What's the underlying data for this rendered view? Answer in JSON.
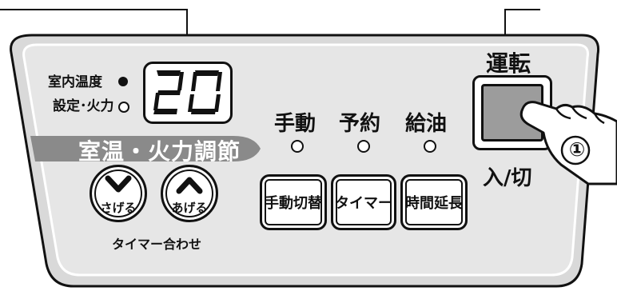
{
  "panel": {
    "status_labels": {
      "room_temp": "室内温度",
      "setting_power": "設定･火力"
    },
    "display_value": "20",
    "band_label": "室温・火力調節",
    "temp_buttons": {
      "down_label": "さげる",
      "up_label": "あげる"
    },
    "timer_set_label": "タイマー合わせ",
    "modes": [
      {
        "label": "手動"
      },
      {
        "label": "予約"
      },
      {
        "label": "給油"
      }
    ],
    "function_buttons": [
      {
        "label": "手動切替"
      },
      {
        "label": "タイマー"
      },
      {
        "label": "時間延長"
      }
    ],
    "run": {
      "title": "運転",
      "sub_label": "入/切",
      "callout": "①"
    }
  }
}
